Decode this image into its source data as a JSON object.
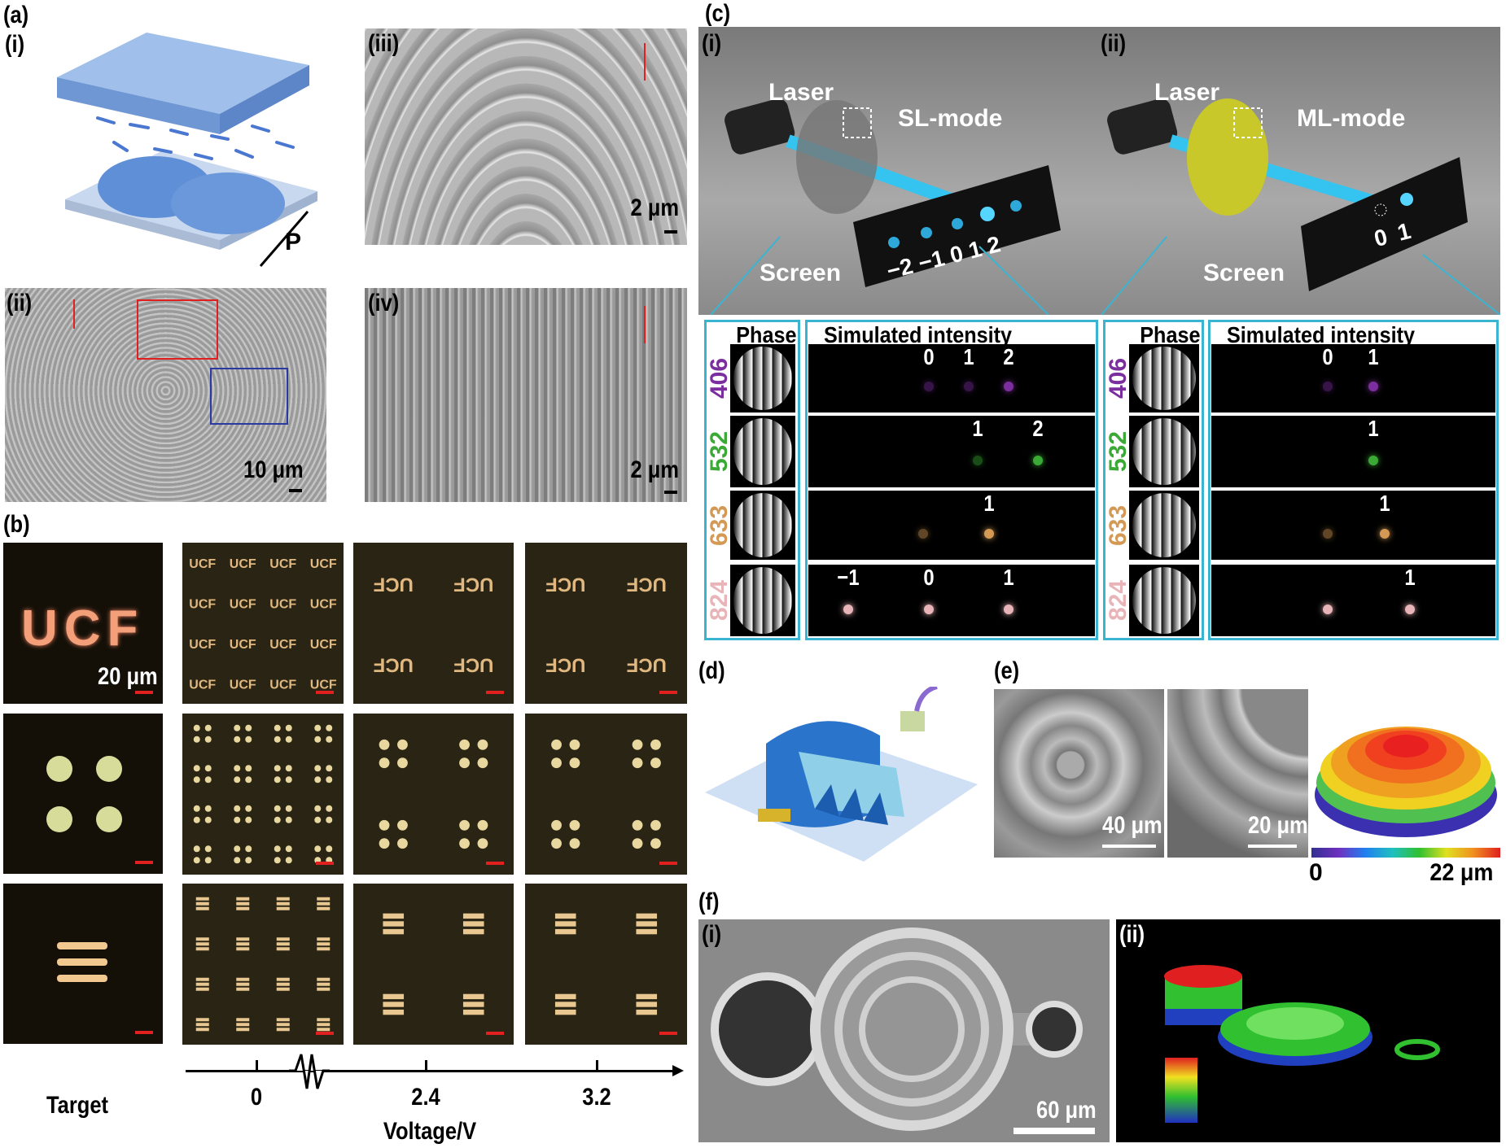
{
  "panels": {
    "a": "(a)",
    "b": "(b)",
    "c": "(c)",
    "d": "(d)",
    "e": "(e)",
    "f": "(f)"
  },
  "sub": {
    "i": "(i)",
    "ii": "(ii)",
    "iii": "(iii)",
    "iv": "(iv)"
  },
  "a": {
    "period_label": "P",
    "scale_ii": "10 μm",
    "scale_iii": "2 μm",
    "scale_iv": "2 μm"
  },
  "b": {
    "target_scale": "20 μm",
    "target_label": "Target",
    "axis_title": "Voltage/V",
    "ticks": [
      "0",
      "2.4",
      "3.2"
    ],
    "ucf_text": "UCF"
  },
  "c": {
    "left": {
      "laser": "Laser",
      "mode": "SL-mode",
      "screen": "Screen",
      "screen_orders": [
        "−2",
        "−1",
        "0",
        "1",
        "2"
      ]
    },
    "right": {
      "laser": "Laser",
      "mode": "ML-mode",
      "screen": "Screen",
      "screen_orders": [
        "0",
        "1"
      ]
    },
    "phase_header": "Phase",
    "sim_header": "Simulated intensity",
    "wavelengths": [
      {
        "nm": "406",
        "color": "#7b2e9e"
      },
      {
        "nm": "532",
        "color": "#3aa935"
      },
      {
        "nm": "633",
        "color": "#d49a55"
      },
      {
        "nm": "824",
        "color": "#e8b4b8"
      }
    ],
    "left_orders": [
      [
        "0",
        "1",
        "2"
      ],
      [
        "1",
        "2"
      ],
      [
        "1"
      ],
      [
        "−1",
        "0",
        "1"
      ]
    ],
    "right_orders": [
      [
        "0",
        "1"
      ],
      [
        "1"
      ],
      [
        "1"
      ],
      [
        "1"
      ]
    ]
  },
  "e": {
    "scale_1": "40 μm",
    "scale_2": "20 μm",
    "cb_min": "0",
    "cb_max": "22 μm"
  },
  "f": {
    "scale": "60 μm"
  },
  "colors": {
    "cyan_frame": "#3bb4d1",
    "scale_red": "#e32020"
  }
}
